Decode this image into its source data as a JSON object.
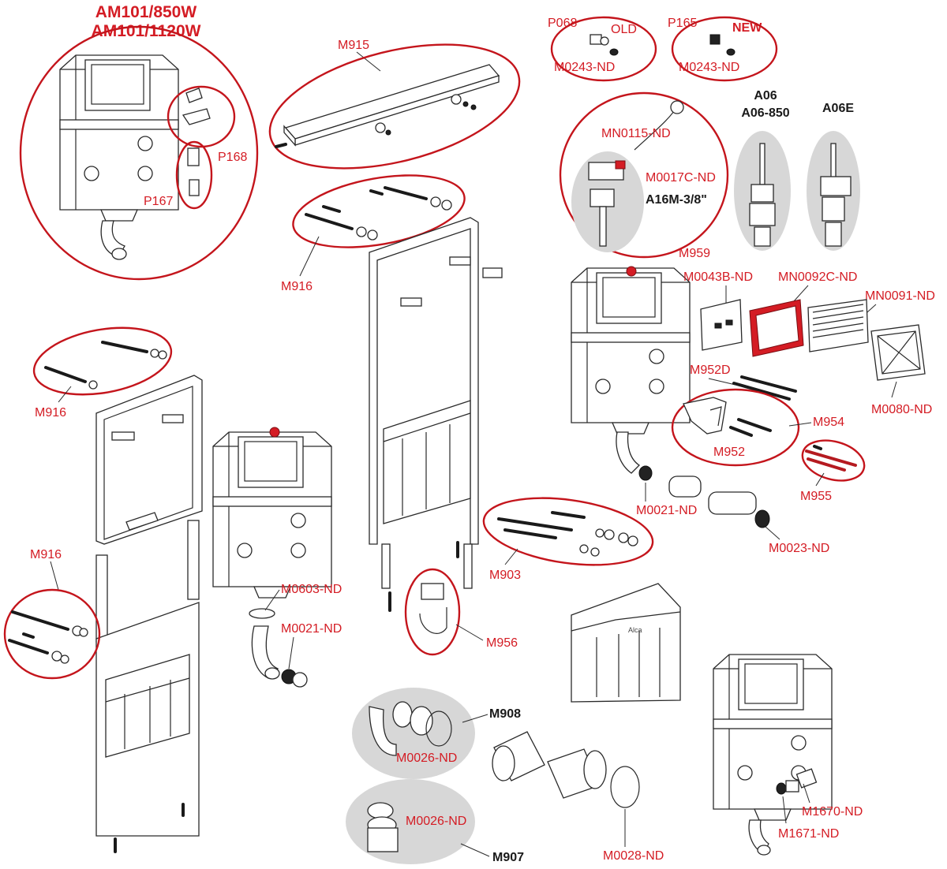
{
  "diagram": {
    "title_line1": "AM101/850W",
    "title_line2": "AM101/1120W",
    "labels": {
      "P168": "P168",
      "P167": "P167",
      "M915": "M915",
      "P068": "P068",
      "OLD": "OLD",
      "M0243_a": "M0243-ND",
      "P165": "P165",
      "NEW": "NEW",
      "M0243_b": "M0243-ND",
      "MN0115": "MN0115-ND",
      "M0017C": "M0017C-ND",
      "A16M": "A16M-3/8\"",
      "M959": "M959",
      "A06": "A06",
      "A06_850": "A06-850",
      "A06E": "A06E",
      "M916_a": "M916",
      "M916_b": "M916",
      "M916_c": "M916",
      "M0043B": "M0043B-ND",
      "MN0092C": "MN0092C-ND",
      "MN0091": "MN0091-ND",
      "M952D": "M952D",
      "M954": "M954",
      "M952": "M952",
      "M0080": "M0080-ND",
      "M955": "M955",
      "M0021_a": "M0021-ND",
      "M0023": "M0023-ND",
      "M0603": "M0603-ND",
      "M0021_b": "M0021-ND",
      "M903": "M903",
      "M956": "M956",
      "M908": "M908",
      "M0026_a": "M0026-ND",
      "M0026_b": "M0026-ND",
      "M907": "M907",
      "M0028": "M0028-ND",
      "M1670": "M1670-ND",
      "M1671": "M1671-ND",
      "brand": "Alca"
    }
  },
  "colors": {
    "label_red": "#d41c24",
    "ring_red": "#c4151c",
    "highlight_grey": "#d7d7d7",
    "line_dark": "#2a2a2a"
  }
}
